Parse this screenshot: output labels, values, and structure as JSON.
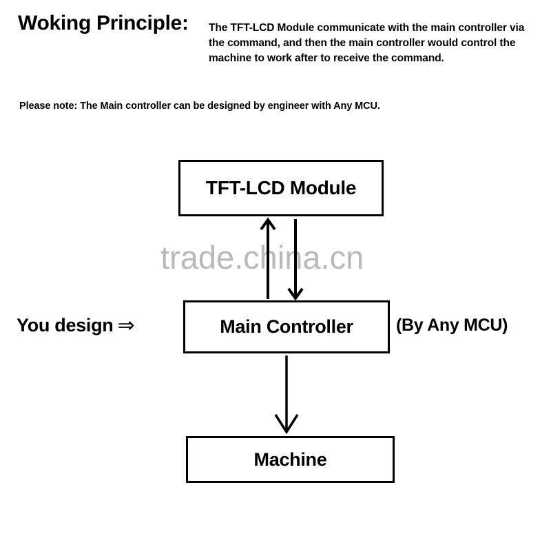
{
  "header": {
    "title": "Woking Principle:",
    "paragraph": "The TFT-LCD Module communicate with the main controller via the command, and then the main controller would control the machine to work after to receive the command.",
    "note": "Please note: The Main controller can be designed by engineer with Any MCU."
  },
  "diagram": {
    "boxes": [
      {
        "id": "tft-lcd-module",
        "label": "TFT-LCD Module"
      },
      {
        "id": "main-controller",
        "label": "Main Controller"
      },
      {
        "id": "machine",
        "label": "Machine"
      }
    ],
    "annotations": {
      "you_design": "You design",
      "you_design_arrow": "⇒",
      "by_any_mcu": "(By Any MCU)"
    },
    "connectors": [
      {
        "id": "tft-to-main-up",
        "from": "main-controller",
        "to": "tft-lcd-module",
        "direction": "up",
        "icon": "arrow-up-icon"
      },
      {
        "id": "main-to-tft-down",
        "from": "tft-lcd-module",
        "to": "main-controller",
        "direction": "down",
        "icon": "arrow-down-icon"
      },
      {
        "id": "main-to-machine",
        "from": "main-controller",
        "to": "machine",
        "direction": "down",
        "icon": "arrow-down-icon"
      }
    ]
  },
  "watermark": {
    "text": "trade.china.cn",
    "color": "#b9b9b9"
  },
  "colors": {
    "background": "#ffffff",
    "foreground": "#000000",
    "watermark": "#b9b9b9"
  }
}
